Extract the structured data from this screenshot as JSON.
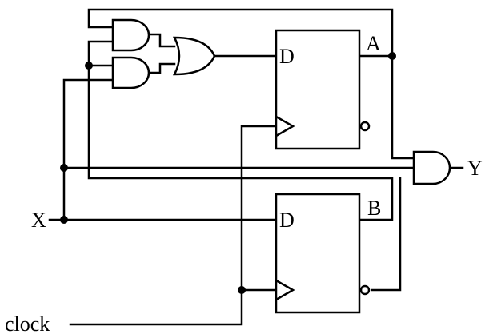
{
  "labels": {
    "input_x": "X",
    "input_clock": "clock",
    "output_y": "Y",
    "ff_a_d": "D",
    "ff_a_q": "A",
    "ff_b_d": "D",
    "ff_b_q": "B"
  }
}
